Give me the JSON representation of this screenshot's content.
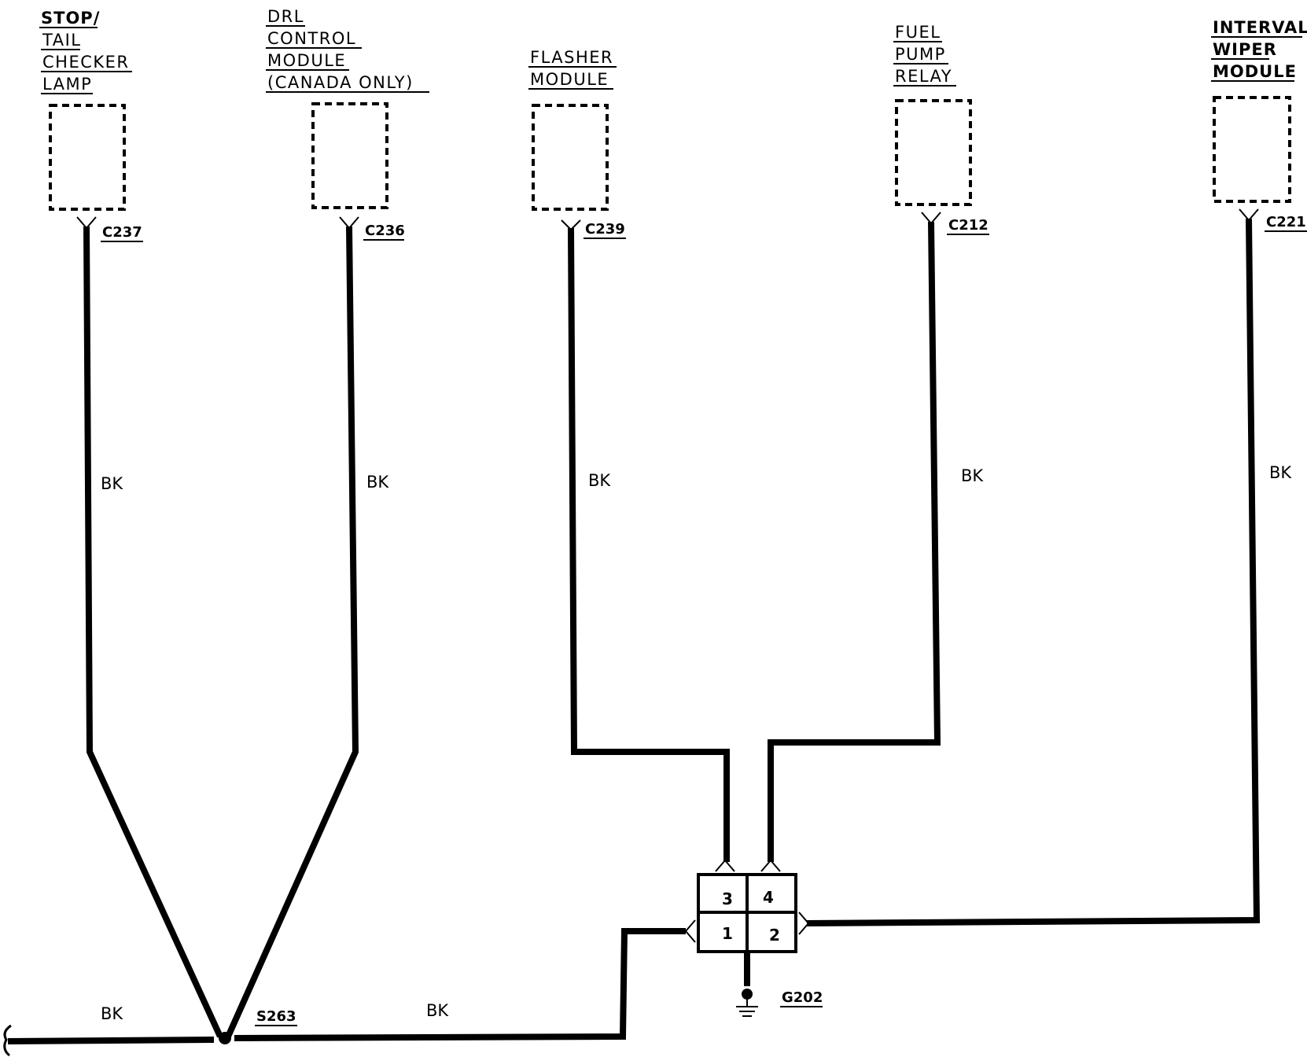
{
  "components": [
    {
      "id": "stop-tail",
      "lines": [
        "STOP/",
        "TAIL",
        "CHECKER",
        "LAMP"
      ],
      "connector": "C237"
    },
    {
      "id": "drl",
      "lines": [
        "DRL",
        "CONTROL",
        "MODULE",
        "(CANADA  ONLY)"
      ],
      "connector": "C236"
    },
    {
      "id": "flasher",
      "lines": [
        "FLASHER",
        "MODULE"
      ],
      "connector": "C239"
    },
    {
      "id": "fuel",
      "lines": [
        "FUEL",
        "PUMP",
        "RELAY"
      ],
      "connector": "C212"
    },
    {
      "id": "wiper",
      "lines": [
        "INTERVAL",
        "WIPER",
        "MODULE"
      ],
      "connector": "C221"
    }
  ],
  "wire_color": "BK",
  "splice": "S263",
  "ground": "G202",
  "pins": [
    "3",
    "4",
    "1",
    "2"
  ]
}
